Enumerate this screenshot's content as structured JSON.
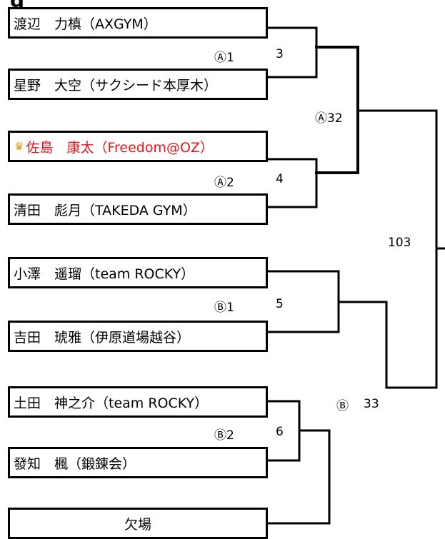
{
  "players": [
    {
      "name": "渡辺　力槙（AXGYM）",
      "highlighted": false
    },
    {
      "name": "星野　大空（サクシード本厚木）",
      "highlighted": false
    },
    {
      "name": "佐島　康太（Freedom@OZ）",
      "highlighted": true
    },
    {
      "name": "清田　彪月（TAKEDA GYM）",
      "highlighted": false
    },
    {
      "name": "小澤　遥瑠（team ROCKY）",
      "highlighted": false
    },
    {
      "name": "吉田　琥雅（伊原道場越谷）",
      "highlighted": false
    },
    {
      "name": "土田　神之介（team ROCKY）",
      "highlighted": false
    },
    {
      "name": "發知　楓（鍛錬会）",
      "highlighted": false
    },
    {
      "name": "欠場",
      "highlighted": false
    }
  ],
  "matches": {
    "a1_label": "Ⓐ1",
    "a1_number": "3",
    "a2_label": "Ⓐ2",
    "a2_number": "4",
    "a3_label": "Ⓐ32",
    "b1_label": "Ⓑ1",
    "b1_number": "5",
    "b2_label": "Ⓑ2",
    "b2_number": "6",
    "b3_label": "Ⓑ",
    "b3_number": "33",
    "final_number": "103"
  },
  "colors": {
    "winner_text": "#e8141b",
    "crown": "#d99a00",
    "lines": "#000000"
  },
  "icons": {
    "crown": "crown-icon"
  }
}
